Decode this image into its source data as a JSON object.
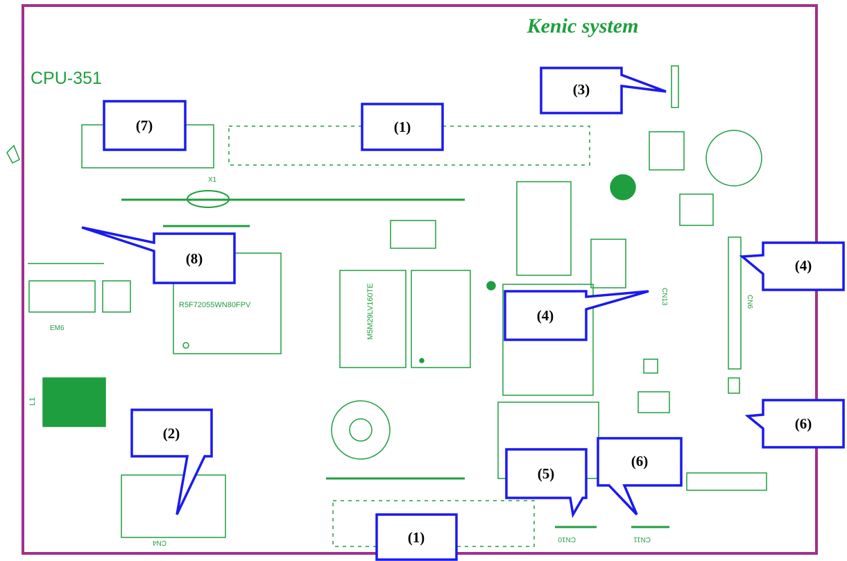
{
  "brand": "Kenic system",
  "board_name": "CPU-351",
  "colors": {
    "pcb_outline": "#a0308c",
    "silkscreen": "#1f9e3f",
    "callout_border": "#1a1af0",
    "callout_text": "#000000"
  },
  "components": {
    "cpu": "R5F72055WN80FPV",
    "u9": "M5M29LV160TE",
    "cn4": "CN4",
    "cn6": "CN6",
    "cn10": "CN10",
    "cn11": "CN11",
    "cn13": "CN13",
    "em6": "EM6",
    "l1": "L1",
    "x1": "X1"
  },
  "callouts": [
    {
      "id": "c1a",
      "label": "(1)"
    },
    {
      "id": "c1b",
      "label": "(1)"
    },
    {
      "id": "c2",
      "label": "(2)"
    },
    {
      "id": "c3",
      "label": "(3)"
    },
    {
      "id": "c4a",
      "label": "(4)"
    },
    {
      "id": "c4b",
      "label": "(4)"
    },
    {
      "id": "c5",
      "label": "(5)"
    },
    {
      "id": "c6a",
      "label": "(6)"
    },
    {
      "id": "c6b",
      "label": "(6)"
    },
    {
      "id": "c7",
      "label": "(7)"
    },
    {
      "id": "c8",
      "label": "(8)"
    }
  ]
}
